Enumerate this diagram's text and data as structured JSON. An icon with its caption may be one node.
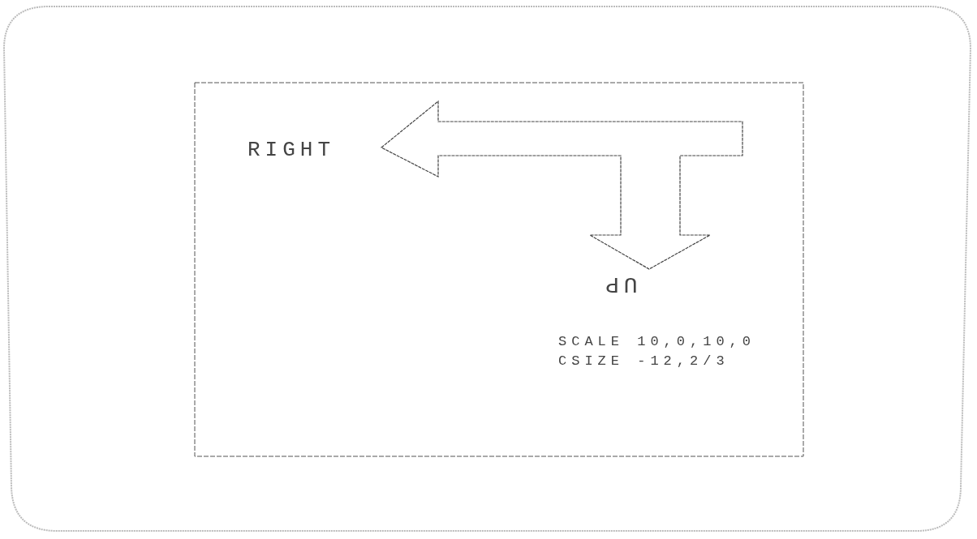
{
  "diagram": {
    "labels": [
      "RIGHT",
      "UP",
      "SCALE 10,0,10,0",
      "CSIZE -12,2/3"
    ]
  }
}
